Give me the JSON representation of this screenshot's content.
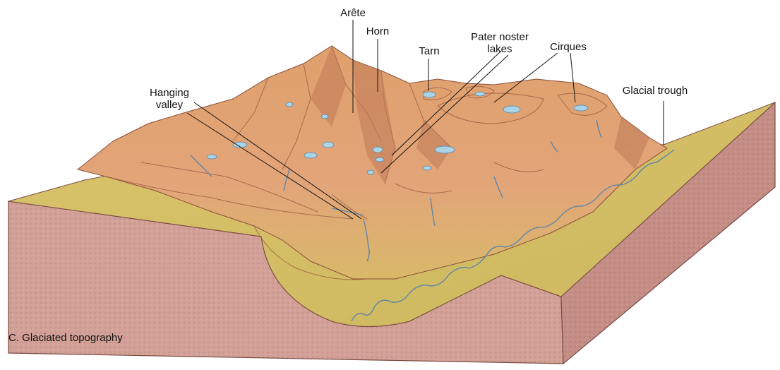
{
  "labels": {
    "arete": "Arête",
    "horn": "Horn",
    "tarn": "Tarn",
    "pater_noster": "Pater noster\nlakes",
    "cirques": "Cirques",
    "glacial_trough": "Glacial trough",
    "hanging_valley": "Hanging\nvalley"
  },
  "caption": "C. Glaciated topography",
  "colors": {
    "rock_side": "#c98d87",
    "rock_front": "#d9a79d",
    "mountain": "#dd9a6c",
    "mountain_shadow": "#b86a4c",
    "valley_floor": "#d8c56a",
    "water": "#a9d3e6",
    "stream": "#5f86a8"
  }
}
